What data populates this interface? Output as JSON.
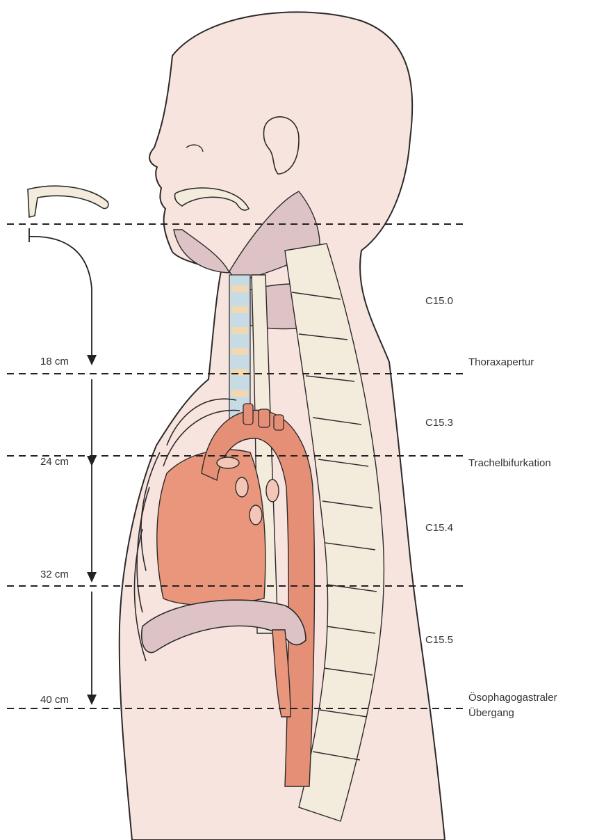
{
  "distance_marks": [
    "18 cm",
    "24 cm",
    "32 cm",
    "40 cm"
  ],
  "segments": [
    "C15.0",
    "C15.3",
    "C15.4",
    "C15.5"
  ],
  "landmarks": [
    "Thoraxapertur",
    "Trachelbifurkation",
    "Ösophagogastraler",
    "Übergang"
  ],
  "colors": {
    "skin": "#f8e4de",
    "outline": "#2a2a2a",
    "bone": "#f3ebdc",
    "cartilage": "#f1d7b2",
    "trachea_ring": "#c7dbe4",
    "organ": "#e9967c",
    "aorta": "#e58f77",
    "muscle": "#ddc3c6",
    "dashed_line": "#222222"
  }
}
